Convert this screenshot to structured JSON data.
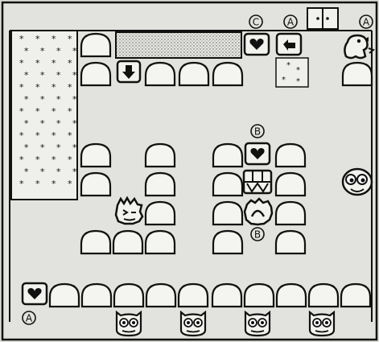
{
  "screen": {
    "kind": "Zelda-style dungeon room map (black-and-white game guide illustration)",
    "palette": {
      "paper": "#dcdcd8",
      "ink": "#111111",
      "floor_pattern": "#8a8a8a"
    }
  },
  "labels": {
    "marker_a_top_middle": "A",
    "marker_a_top_right": "A",
    "marker_a_bottom_left": "A",
    "marker_c": "C",
    "marker_b_upper": "B",
    "marker_b_lower": "B"
  },
  "objects": {
    "door_icon": "door-icon",
    "heart_block_icon": "heart-block-icon",
    "return_arrow_icon": "return-arrow-icon",
    "down_arrow_icon": "down-arrow-icon",
    "dino_enemy_icon": "dinosaur-enemy-icon",
    "blob_enemy_icon": "round-blob-enemy-icon",
    "spiky_enemy_icon": "spiky-enemy-icon",
    "owl_enemy_icon": "owl-enemy-icon",
    "chest_icon": "treasure-chest-icon",
    "star_floor_icon": "star-tile-floor-icon",
    "dotted_floor_icon": "dotted-floor-icon",
    "boulder_icon": "boulder-icon"
  }
}
